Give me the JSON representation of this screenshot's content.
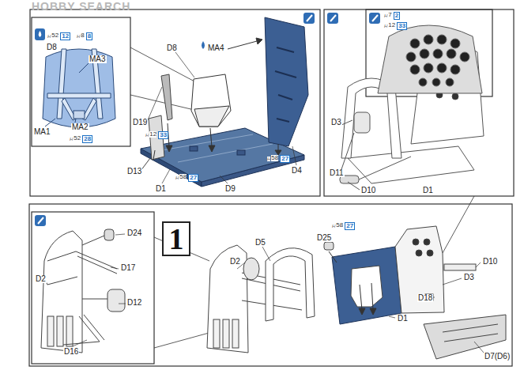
{
  "diagram": {
    "nodes": [
      {
        "text": [
          "1"
        ]
      }
    ],
    "labels": [
      "HOBBY SEARCH",
      "H",
      "52",
      "12",
      "H",
      "8",
      "8",
      "D8",
      "MA3",
      "MA1",
      "MA2",
      "H",
      "52",
      "28",
      "D8",
      "MA4",
      "D19",
      "H",
      "12",
      "33",
      "D13",
      "D9",
      "D1",
      "H",
      "58",
      "27",
      "H",
      "58",
      "27",
      "D4",
      "H",
      "7",
      "2",
      "H",
      "12",
      "33",
      "D3",
      "D11",
      "D10",
      "D1",
      "D24",
      "D17",
      "D2",
      "D12",
      "D16",
      "D5",
      "D25",
      "H",
      "58",
      "27",
      "D2",
      "D10",
      "D3",
      "D18",
      "D1",
      "D7(D6)"
    ]
  }
}
